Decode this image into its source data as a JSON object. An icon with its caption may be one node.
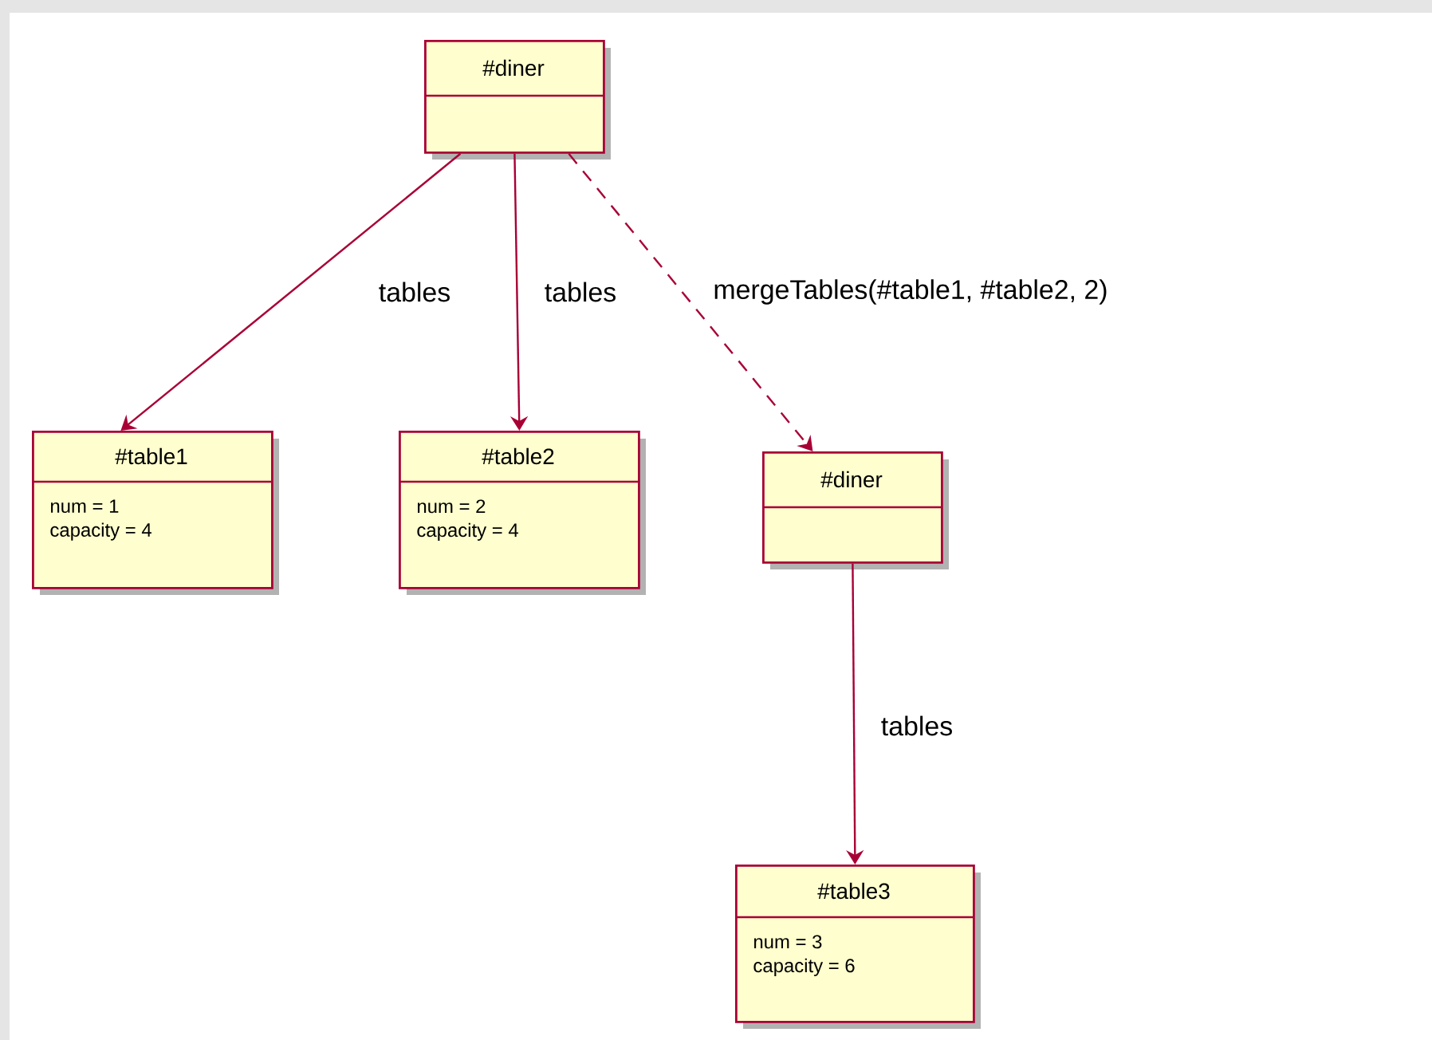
{
  "diagram": {
    "nodes": [
      {
        "text": [
          "#diner"
        ]
      },
      {
        "text": [
          "#table1",
          "num = 1",
          "capacity = 4"
        ]
      },
      {
        "text": [
          "#table2",
          "num = 2",
          "capacity = 4"
        ]
      },
      {
        "text": [
          "#diner"
        ]
      },
      {
        "text": [
          "#table3",
          "num = 3",
          "capacity = 6"
        ]
      }
    ],
    "edges": [
      {
        "from": 0,
        "to": 1,
        "arrow": "to",
        "label": "tables"
      },
      {
        "from": 0,
        "to": 2,
        "arrow": "to",
        "label": "tables"
      },
      {
        "from": 0,
        "to": 3,
        "arrow": "to",
        "label": "mergeTables(#table1, #table2, 2)",
        "style": "dashed"
      },
      {
        "from": 3,
        "to": 4,
        "arrow": "to",
        "label": "tables"
      }
    ]
  }
}
